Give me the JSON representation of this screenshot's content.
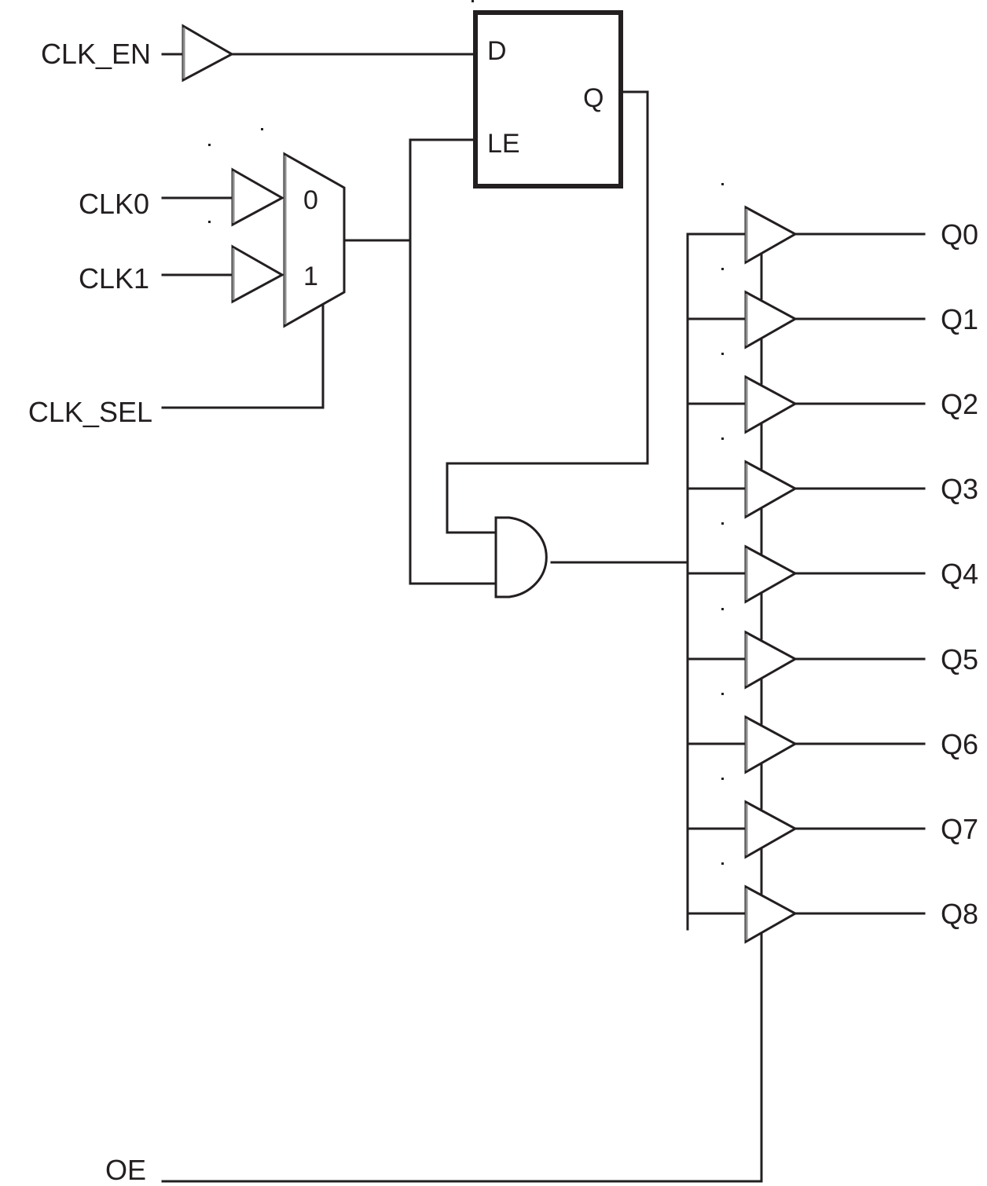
{
  "diagram": {
    "title": "Clock buffer with output enable",
    "inputs": {
      "clk_en": "CLK_EN",
      "clk0": "CLK0",
      "clk1": "CLK1",
      "clk_sel": "CLK_SEL",
      "oe": "OE"
    },
    "latch": {
      "pin_d": "D",
      "pin_q": "Q",
      "pin_le": "LE"
    },
    "mux": {
      "input0": "0",
      "input1": "1"
    },
    "outputs": [
      "Q0",
      "Q1",
      "Q2",
      "Q3",
      "Q4",
      "Q5",
      "Q6",
      "Q7",
      "Q8"
    ],
    "colors": {
      "line": "#231f20",
      "gate_shade": "#8c8c8c",
      "background": "#ffffff"
    }
  }
}
